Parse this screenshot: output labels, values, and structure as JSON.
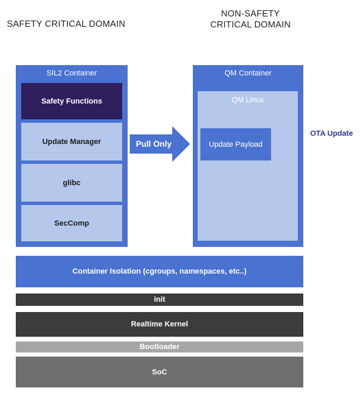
{
  "domains": {
    "safety_title": "SAFETY CRITICAL DOMAIN",
    "nonsafety_title_line1": "NON-SAFETY",
    "nonsafety_title_line2": "CRITICAL DOMAIN"
  },
  "sil2": {
    "title": "SIL2 Container",
    "blocks": [
      "Safety Functions",
      "Update Manager",
      "glibc",
      "SecComp"
    ]
  },
  "arrow": {
    "label": "Pull Only"
  },
  "qm": {
    "title": "QM Container",
    "inner_title": "QM Linux",
    "payload": "Update Payload"
  },
  "ota_label": "OTA Update",
  "stack": {
    "isolation": "Container Isolation (cgroups, namespaces, etc..)",
    "init": "init",
    "kernel": "Realtime Kernel",
    "bootloader": "Bootloader",
    "soc": "SoC"
  },
  "colors": {
    "container_blue": "#4a72d0",
    "light_blue": "#b5c8ec",
    "dark_purple": "#2e1f5c",
    "dark_grey": "#3c3c3c",
    "light_grey": "#a6a6a6",
    "mid_grey": "#6e6e6e",
    "ota_text": "#2b3a8f"
  }
}
